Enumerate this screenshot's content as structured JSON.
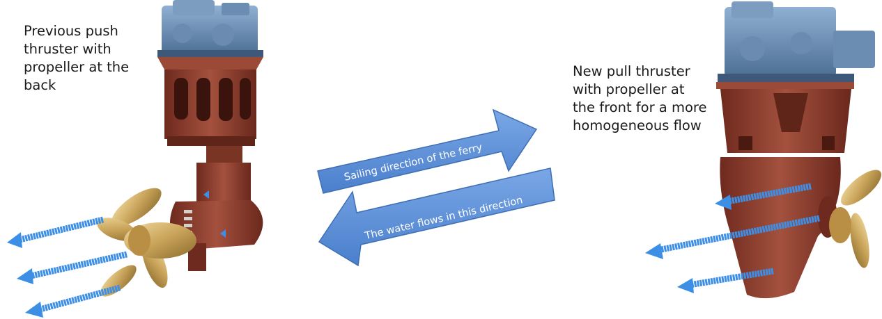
{
  "captions": {
    "left": "Previous push\nthruster with\npropeller at the\nback",
    "right": "New pull thruster\nwith propeller at\nthe front for a more\nhomogeneous flow"
  },
  "arrows": {
    "sailing_direction": "Sailing direction of the ferry",
    "water_flow": "The water flows in this direction"
  },
  "colors": {
    "arrow_fill": "#5b8fd6",
    "arrow_stroke": "#3e6fb3",
    "flow_arrow": "#3d8fe6",
    "hull_red": "#8a3a2a",
    "motor_blue": "#5a7fa6",
    "propeller_gold": "#c9a45a"
  }
}
